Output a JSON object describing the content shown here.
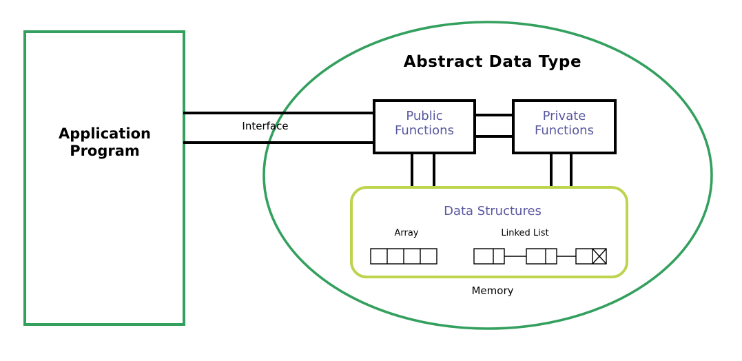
{
  "diagram": {
    "title": "Abstract Data Type",
    "colors": {
      "outline_green": "#33a05e",
      "data_structures_green": "#bcd44e",
      "box_text_blue": "#5757a0",
      "line_black": "#000000",
      "background": "#ffffff"
    },
    "application": {
      "label_line1": "Application",
      "label_line2": "Program",
      "shape": "rectangle"
    },
    "interface": {
      "label": "Interface",
      "connector_count": 2
    },
    "adt": {
      "label": "Abstract Data Type",
      "shape": "ellipse",
      "boxes": [
        {
          "name": "public-functions",
          "label_line1": "Public",
          "label_line2": "Functions"
        },
        {
          "name": "private-functions",
          "label_line1": "Private",
          "label_line2": "Functions"
        }
      ],
      "inter_box_connector_count": 2
    },
    "data_structures": {
      "title": "Data Structures",
      "shape": "rounded-rectangle",
      "items": [
        {
          "name": "array",
          "label": "Array",
          "cell_count": 4
        },
        {
          "name": "linked-list",
          "label": "Linked List",
          "node_count": 3,
          "terminator": "null-pointer-x"
        }
      ]
    },
    "memory": {
      "label": "Memory"
    }
  }
}
